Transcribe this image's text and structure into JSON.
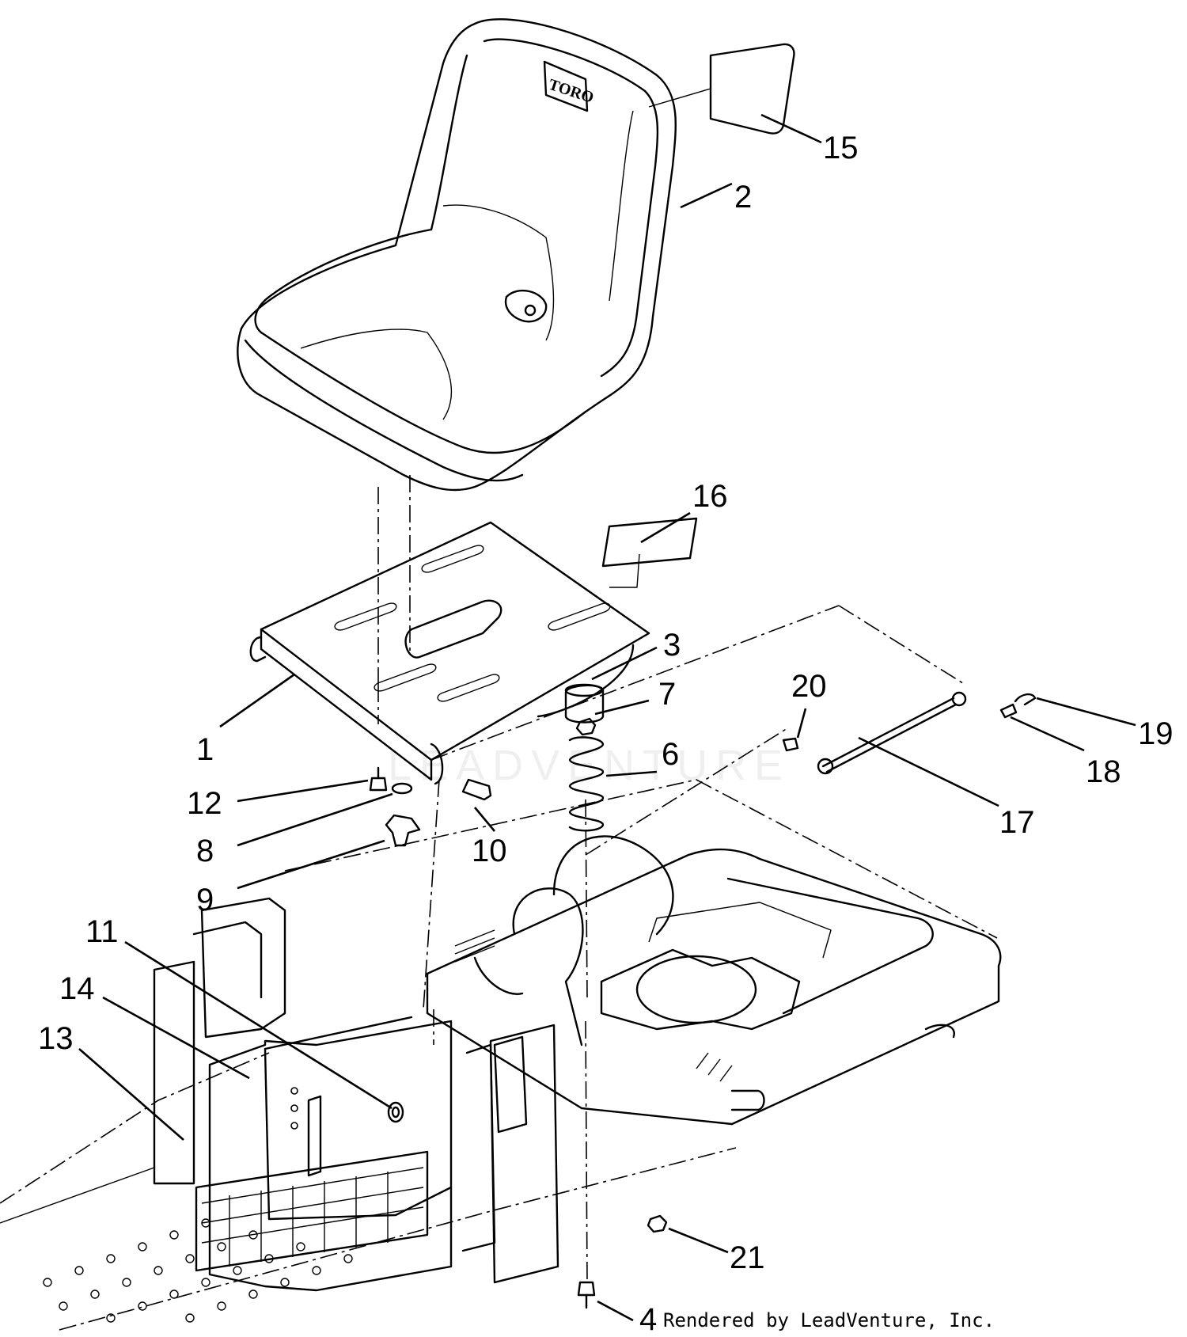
{
  "callouts": [
    {
      "id": "1",
      "label": "1"
    },
    {
      "id": "2",
      "label": "2"
    },
    {
      "id": "3",
      "label": "3"
    },
    {
      "id": "4",
      "label": "4"
    },
    {
      "id": "6",
      "label": "6"
    },
    {
      "id": "7",
      "label": "7"
    },
    {
      "id": "8",
      "label": "8"
    },
    {
      "id": "9",
      "label": "9"
    },
    {
      "id": "10",
      "label": "10"
    },
    {
      "id": "11",
      "label": "11"
    },
    {
      "id": "12",
      "label": "12"
    },
    {
      "id": "13",
      "label": "13"
    },
    {
      "id": "14",
      "label": "14"
    },
    {
      "id": "15",
      "label": "15"
    },
    {
      "id": "16",
      "label": "16"
    },
    {
      "id": "17",
      "label": "17"
    },
    {
      "id": "18",
      "label": "18"
    },
    {
      "id": "19",
      "label": "19"
    },
    {
      "id": "20",
      "label": "20"
    },
    {
      "id": "21",
      "label": "21"
    }
  ],
  "seat_logo": "TORO",
  "watermark": "LEADVENTURE",
  "footer": "Rendered by LeadVenture, Inc."
}
